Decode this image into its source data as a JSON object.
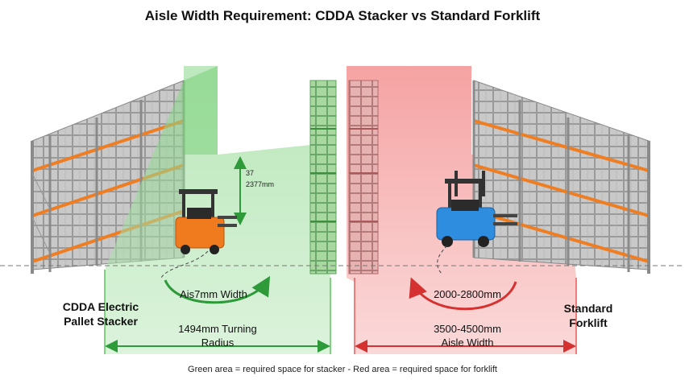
{
  "title": "Aisle Width Requirement: CDDA Stacker vs Standard Forklift",
  "stacker": {
    "label_line1": "CDDA Electric",
    "label_line2": "Pallet Stacker",
    "vertical_dim_1": "37",
    "vertical_dim_2": "2377mm",
    "turn_label": "Ais7mm Width",
    "bottom_line1": "1494mm Turning",
    "bottom_line2": "Radius",
    "zone_color": "#5cc45c",
    "vehicle_color": "#f07a1e"
  },
  "forklift": {
    "label_line1": "Standard",
    "label_line2": "Forklift",
    "turn_label": "2000-2800mm",
    "bottom_line1": "3500-4500mm",
    "bottom_line2": "Aisle Width",
    "zone_color": "#e85a5a",
    "vehicle_color": "#2f8de0"
  },
  "footer": "Green area = required space for stacker - Red area = required space for forklift"
}
